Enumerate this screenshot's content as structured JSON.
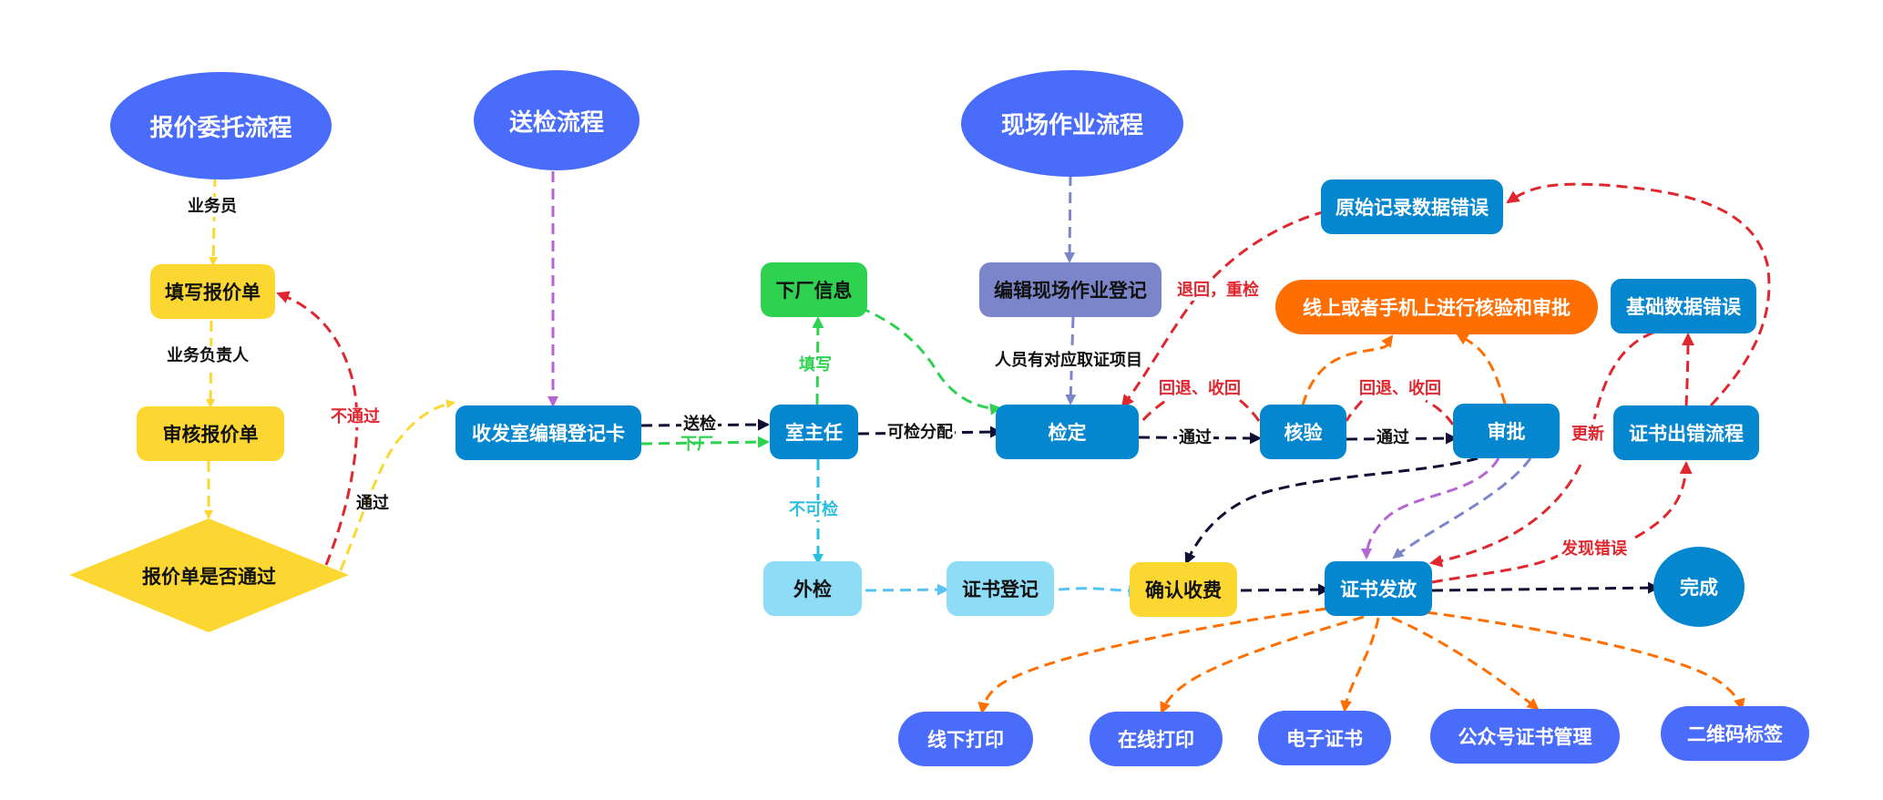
{
  "colors": {
    "yellow_line": "#fdd731",
    "red_line": "#e0262e",
    "purple_line": "#b565d3",
    "navy_line": "#0f1033",
    "green_line": "#2fd150",
    "lavender_line": "#7b86ca",
    "cyan_line": "#29bfe0",
    "lightblue_line": "#55c4f5",
    "orange_line": "#ff6e00"
  },
  "starts": {
    "quote_process": "报价委托流程",
    "submit_process": "送检流程",
    "field_process": "现场作业流程"
  },
  "nodes": {
    "fill_quote": "填写报价单",
    "review_quote": "审核报价单",
    "quote_decision": "报价单是否通过",
    "reception_edit": "收发室编辑登记卡",
    "factory_info": "下厂信息",
    "director": "室主任",
    "edit_field": "编辑现场作业登记",
    "verification": "检定",
    "check": "核验",
    "approval": "审批",
    "online_review": "线上或者手机上进行核验和审批",
    "raw_data_error": "原始记录数据错误",
    "base_data_error": "基础数据错误",
    "cert_error_process": "证书出错流程",
    "external": "外检",
    "cert_register": "证书登记",
    "confirm_fee": "确认收费",
    "cert_issue": "证书发放",
    "done": "完成",
    "offline_print": "线下打印",
    "online_print": "在线打印",
    "e_cert": "电子证书",
    "wechat_cert": "公众号证书管理",
    "qr_label": "二维码标签"
  },
  "edge_labels": {
    "salesman": "业务员",
    "sales_manager": "业务负责人",
    "not_passed": "不通过",
    "passed": "通过",
    "send_check": "送检",
    "to_factory": "下厂",
    "fill_in": "填写",
    "assignable": "可检分配",
    "not_checkable": "不可检",
    "qualified_staff": "人员有对应取证项目",
    "return_recheck": "退回，重检",
    "rollback_1": "回退、收回",
    "rollback_2": "回退、收回",
    "pass_1": "通过",
    "pass_2": "通过",
    "update": "更新",
    "found_error": "发现错误"
  }
}
